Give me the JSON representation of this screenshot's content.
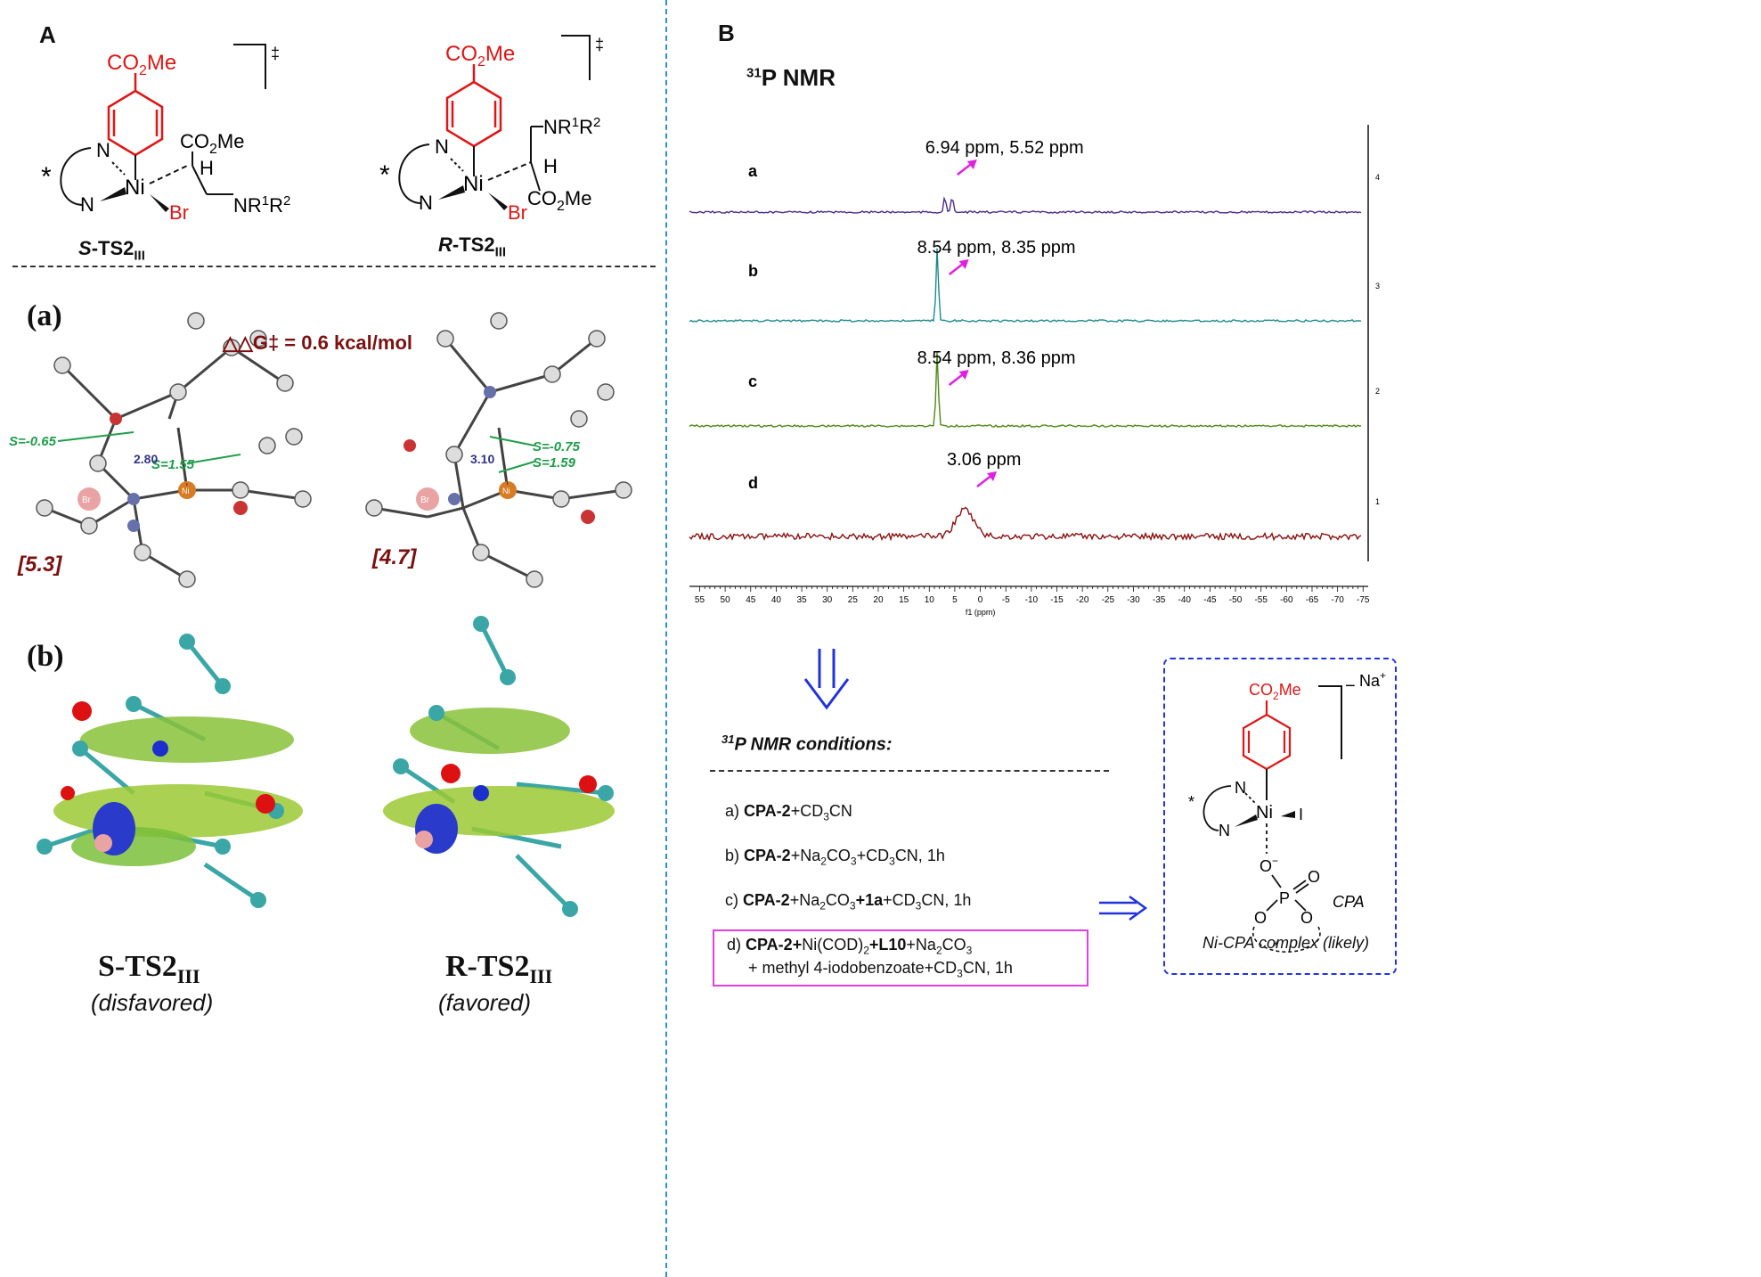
{
  "panel_a": {
    "letter": "A",
    "s_ts": {
      "label_prefix": "S",
      "label_main": "-TS2",
      "label_sub": "III",
      "aryl_ester": "CO2Me",
      "alkyl_ester": "CO2Me",
      "amine": "NR1R2",
      "halide": "Br",
      "metal": "Ni",
      "h": "H",
      "n": "N",
      "star": "*",
      "ts_mark": "‡"
    },
    "r_ts": {
      "label_prefix": "R",
      "label_main": "-TS2",
      "label_sub": "III",
      "aryl_ester": "CO2Me",
      "alkyl_ester": "CO2Me",
      "amine": "NR1R2",
      "halide": "Br",
      "metal": "Ni",
      "h": "H",
      "n": "N",
      "star": "*",
      "ts_mark": "‡"
    },
    "sub_a": "(a)",
    "sub_b": "(b)",
    "ddg": "△△G‡ = 0.6 kcal/mol",
    "s_energy": "[5.3]",
    "r_energy": "[4.7]",
    "s_annotations": {
      "s1": "S=-0.65",
      "s2": "S=1.55",
      "dist": "2.80",
      "ni": "Ni",
      "br": "Br"
    },
    "r_annotations": {
      "s1": "S=-0.75",
      "s2": "S=1.59",
      "dist": "3.10",
      "ni": "Ni",
      "br": "Br"
    },
    "bottom_s": {
      "main": "S-TS2",
      "sub": "III",
      "note": "(disfavored)"
    },
    "bottom_r": {
      "main": "R-TS2",
      "sub": "III",
      "note": "(favored)"
    }
  },
  "panel_b": {
    "letter": "B",
    "nmr_title_sup": "31",
    "nmr_title": "P NMR",
    "spectra": [
      {
        "label": "a",
        "ppm_text": "6.94 ppm, 5.52 ppm",
        "color": "#4b2a8c",
        "peaks": [
          6.94,
          5.52
        ],
        "right_tick": "4"
      },
      {
        "label": "b",
        "ppm_text": "8.54 ppm, 8.35 ppm",
        "color": "#1a8a8a",
        "peaks": [
          8.54,
          8.35
        ],
        "right_tick": "3"
      },
      {
        "label": "c",
        "ppm_text": "8.54 ppm, 8.36 ppm",
        "color": "#4f8a14",
        "peaks": [
          8.54,
          8.36
        ],
        "right_tick": "2"
      },
      {
        "label": "d",
        "ppm_text": "3.06 ppm",
        "color": "#8b0f0f",
        "peaks": [
          3.06
        ],
        "right_tick": "1"
      }
    ],
    "x_axis": {
      "ticks": [
        55,
        50,
        45,
        40,
        35,
        30,
        25,
        20,
        15,
        10,
        5,
        0,
        -5,
        -10,
        -15,
        -20,
        -25,
        -30,
        -35,
        -40,
        -45,
        -50,
        -55,
        -60,
        -65,
        -70,
        -75
      ],
      "label": "f1 (ppm)",
      "range": [
        57,
        -76
      ]
    },
    "conditions_title_sup": "31",
    "conditions_title": "P NMR conditions:",
    "conditions": {
      "a": {
        "prefix": "a)  ",
        "bold1": "CPA-2",
        "rest": "+CD",
        "sub": "3",
        "tail": "CN"
      },
      "b": {
        "prefix": "b) ",
        "bold1": "CPA-2",
        "p1": "+Na",
        "s1": "2",
        "p2": "CO",
        "s2": "3",
        "p3": "+CD",
        "s3": "3",
        "p4": "CN, 1h"
      },
      "c": {
        "prefix": "c) ",
        "bold1": "CPA-2",
        "p1": "+Na",
        "s1": "2",
        "p2": "CO",
        "s2": "3",
        "bold2": "+1a",
        "p3": "+CD",
        "s3": "3",
        "p4": "CN, 1h"
      },
      "d": {
        "prefix": "d) ",
        "bold1": "CPA-2+",
        "p1": "Ni(COD)",
        "s1": "2",
        "bold2": "+L10",
        "p2": "+Na",
        "s2": "2",
        "p3": "CO",
        "s3": "3",
        "line2a": "+ methyl 4-iodobenzoate+CD",
        "s4": "3",
        "line2b": "CN, 1h"
      }
    },
    "complex": {
      "ester": "CO2Me",
      "charge": "−",
      "cation": "Na+",
      "metal": "Ni",
      "iodide": "I",
      "n": "N",
      "o_minus": "O−",
      "p": "P",
      "o": "O",
      "cpa": "CPA",
      "caption": "Ni-CPA complex (likely)",
      "star": "*"
    },
    "colors": {
      "highlight_box": "#e040e0",
      "arrow": "#2233dd",
      "dashed_box": "#2233dd",
      "magenta_arrow": "#e020e0",
      "red_ring": "#e01515",
      "divider": "#2b8fd9"
    }
  }
}
